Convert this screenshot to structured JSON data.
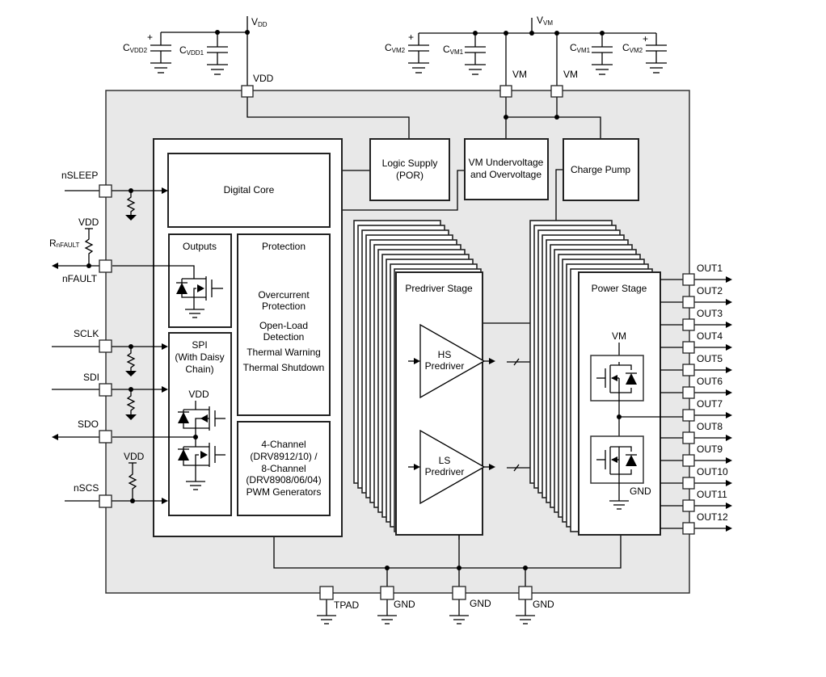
{
  "supply": {
    "vdd": {
      "label": "V",
      "sub": "DD",
      "pin": "VDD",
      "cap1": "C",
      "cap1_sub": "VDD1",
      "cap2": "C",
      "cap2_sub": "VDD2",
      "plus": "+"
    },
    "vm": {
      "label": "V",
      "sub": "VM",
      "pin": "VM",
      "cap1": "C",
      "cap1_sub": "VM1",
      "cap2": "C",
      "cap2_sub": "VM2",
      "plus": "+"
    }
  },
  "left_pins": {
    "nsleep": "nSLEEP",
    "nfault": "nFAULT",
    "rnfault": "R",
    "rnfault_sub": "nFAULT",
    "vdd": "VDD",
    "sclk": "SCLK",
    "sdi": "SDI",
    "sdo": "SDO",
    "nscs": "nSCS"
  },
  "blocks": {
    "digital_core": "Digital Core",
    "outputs": "Outputs",
    "protection": {
      "title": "Protection",
      "lines": [
        "Overcurrent",
        "Protection",
        "Open-Load",
        "Detection",
        "Thermal Warning",
        "Thermal Shutdown"
      ]
    },
    "spi": {
      "lines": [
        "SPI",
        "(With Daisy",
        "Chain)"
      ],
      "vdd": "VDD"
    },
    "pwm": {
      "lines": [
        "4-Channel",
        "(DRV8912/10) /",
        "8-Channel",
        "(DRV8908/06/04)",
        "PWM Generators"
      ]
    },
    "logic_supply": {
      "lines": [
        "Logic Supply",
        "(POR)"
      ]
    },
    "vm_uvov": {
      "lines": [
        "VM Undervoltage",
        "and Overvoltage"
      ]
    },
    "charge_pump": "Charge Pump",
    "predriver": {
      "title": "Predriver Stage",
      "hs": [
        "HS",
        "Predriver"
      ],
      "ls": [
        "LS",
        "Predriver"
      ]
    },
    "power_stage": {
      "title": "Power Stage",
      "vm": "VM",
      "gnd": "GND"
    }
  },
  "outputs": [
    "OUT1",
    "OUT2",
    "OUT3",
    "OUT4",
    "OUT5",
    "OUT6",
    "OUT7",
    "OUT8",
    "OUT9",
    "OUT10",
    "OUT11",
    "OUT12"
  ],
  "bottom_pins": [
    "TPAD",
    "GND",
    "GND",
    "GND"
  ]
}
